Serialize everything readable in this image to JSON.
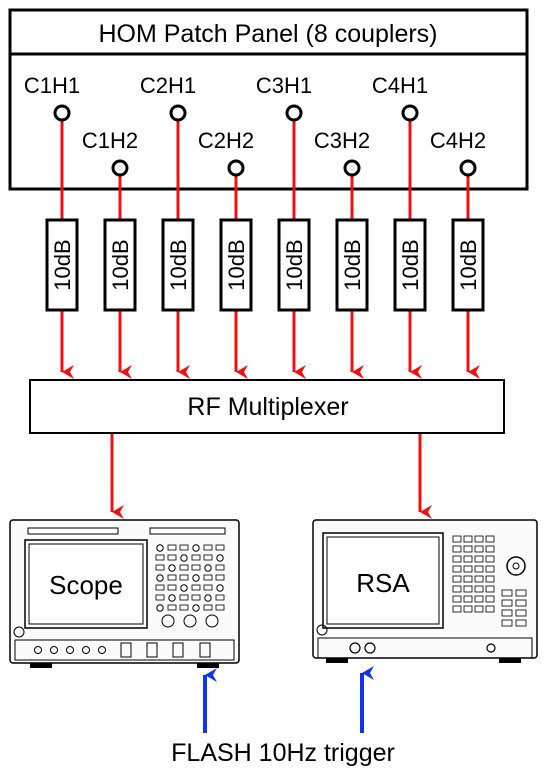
{
  "panel": {
    "title": "HOM Patch Panel (8 couplers)"
  },
  "couplers": [
    {
      "label": "C1H1",
      "row": "top"
    },
    {
      "label": "C1H2",
      "row": "bottom"
    },
    {
      "label": "C2H1",
      "row": "top"
    },
    {
      "label": "C2H2",
      "row": "bottom"
    },
    {
      "label": "C3H1",
      "row": "top"
    },
    {
      "label": "C3H2",
      "row": "bottom"
    },
    {
      "label": "C4H1",
      "row": "top"
    },
    {
      "label": "C4H2",
      "row": "bottom"
    }
  ],
  "attenuators": [
    "10dB",
    "10dB",
    "10dB",
    "10dB",
    "10dB",
    "10dB",
    "10dB",
    "10dB"
  ],
  "multiplexer": {
    "label": "RF Multiplexer"
  },
  "instruments": {
    "scope_label": "Scope",
    "rsa_label": "RSA"
  },
  "trigger": {
    "label": "FLASH 10Hz trigger"
  },
  "colors": {
    "signal": "#ee1111",
    "trigger": "#1133ee",
    "outline": "#000000"
  }
}
